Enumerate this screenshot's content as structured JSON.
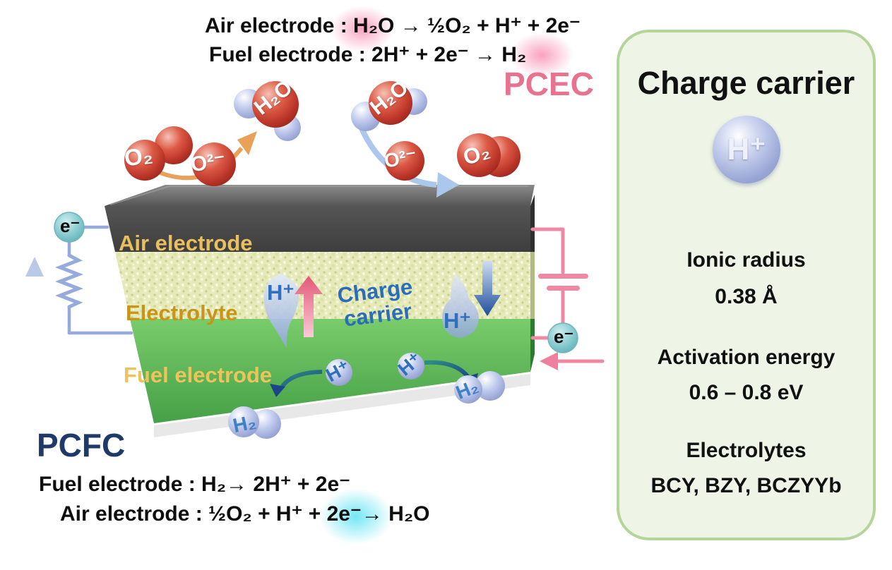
{
  "pcec": {
    "label": "PCEC",
    "air_eq": "Air electrode : H₂O → ½O₂ + H⁺ + 2e⁻",
    "fuel_eq": "Fuel electrode : 2H⁺ + 2e⁻ → H₂"
  },
  "pcfc": {
    "label": "PCFC",
    "fuel_eq": "Fuel electrode : H₂→ 2H⁺ + 2e⁻",
    "air_eq": "Air electrode : ½O₂ + H⁺ + 2e⁻→ H₂O"
  },
  "cell": {
    "air_label": "Air electrode",
    "electrolyte_label": "Electrolyte",
    "fuel_label": "Fuel electrode",
    "charge_line1": "Charge",
    "charge_line2": "carrier"
  },
  "species": {
    "o2": "O₂",
    "o2minus": "O²⁻",
    "h2o": "H₂O",
    "h2": "H₂",
    "proton": "H⁺",
    "electron": "e⁻"
  },
  "panel": {
    "title": "Charge carrier",
    "ion": "H⁺",
    "items": [
      {
        "label": "Ionic radius",
        "value": "0.38 Å"
      },
      {
        "label": "Activation energy",
        "value": "0.6 – 0.8 eV"
      },
      {
        "label": "Electrolytes",
        "value": "BCY, BZY, BCZYYb"
      }
    ]
  },
  "colors": {
    "pcec_pink": "#e8738f",
    "pcfc_navy": "#1e3a68",
    "layer_label_gold": "#eabf5f",
    "electrolyte_label_gold": "#c8951a",
    "carrier_blue": "#2a6db8",
    "panel_border_green": "#b5d49a",
    "panel_bg_green": "#eef5e6",
    "circuit_left_blue": "#96abdc",
    "circuit_right_pink": "#f088a4"
  }
}
